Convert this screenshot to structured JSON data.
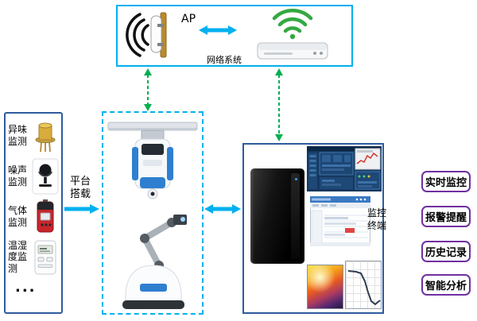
{
  "network_box": {
    "ap_label": "AP",
    "caption": "网络系统"
  },
  "sensor_panel": {
    "items": [
      {
        "label": "异味监测",
        "icon": "odor-sensor-icon"
      },
      {
        "label": "噪声监测",
        "icon": "noise-mic-icon"
      },
      {
        "label": "气体监测",
        "icon": "gas-detector-icon"
      },
      {
        "label": "温湿度监测",
        "icon": "thermo-hygrometer-icon"
      }
    ],
    "ellipsis": "..."
  },
  "platform_mount": {
    "label": "平台搭载"
  },
  "monitor_terminal": {
    "label": "监控终端"
  },
  "feature_tags": [
    {
      "label": "实时监控"
    },
    {
      "label": "报警提醒"
    },
    {
      "label": "历史记录"
    },
    {
      "label": "智能分析"
    }
  ],
  "colors": {
    "arrow_cyan": "#00B0F0",
    "arrow_green": "#00B050",
    "panel_border_blue": "#2E5B9E",
    "tag_border_purple": "#7030A0"
  }
}
